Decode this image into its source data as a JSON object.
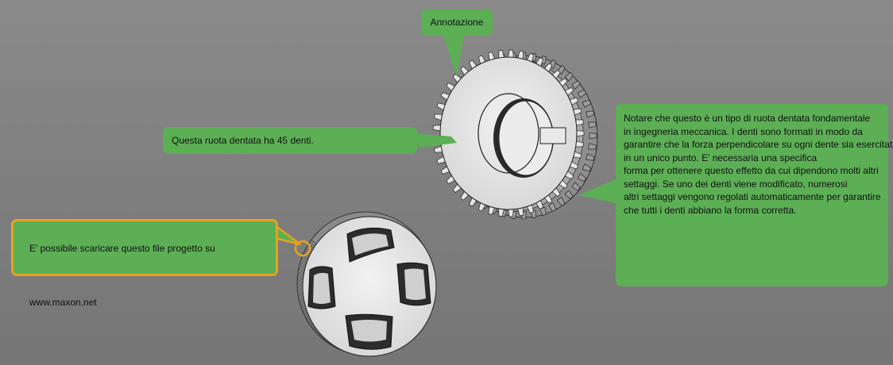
{
  "annotations": {
    "title": "Annotazione",
    "teeth_note": "Questa ruota dentata ha 45 denti.",
    "download_note": "E' possibile scaricare questo file progetto su www.maxon.net",
    "description_lines": [
      "Notare che questo è un tipo di ruota dentata fondamentale",
      "in ingegneria meccanica. I denti sono formati in modo da",
      "garantire che la forza perpendicolare su ogni dente sia esercitata",
      "in un unico punto. E' necessaria una specifica",
      "forma per ottenere questo effetto da cui dipendono molti altri",
      "settaggi. Se uno dei denti viene modificato, numerosi",
      "altri settaggi vengono regolati automaticamente per garantire",
      "che tutti i denti abbiano la forma corretta."
    ]
  },
  "colors": {
    "callout_fill": "#5caf55",
    "selection_outline": "#e9a21a",
    "background": "#808080"
  }
}
